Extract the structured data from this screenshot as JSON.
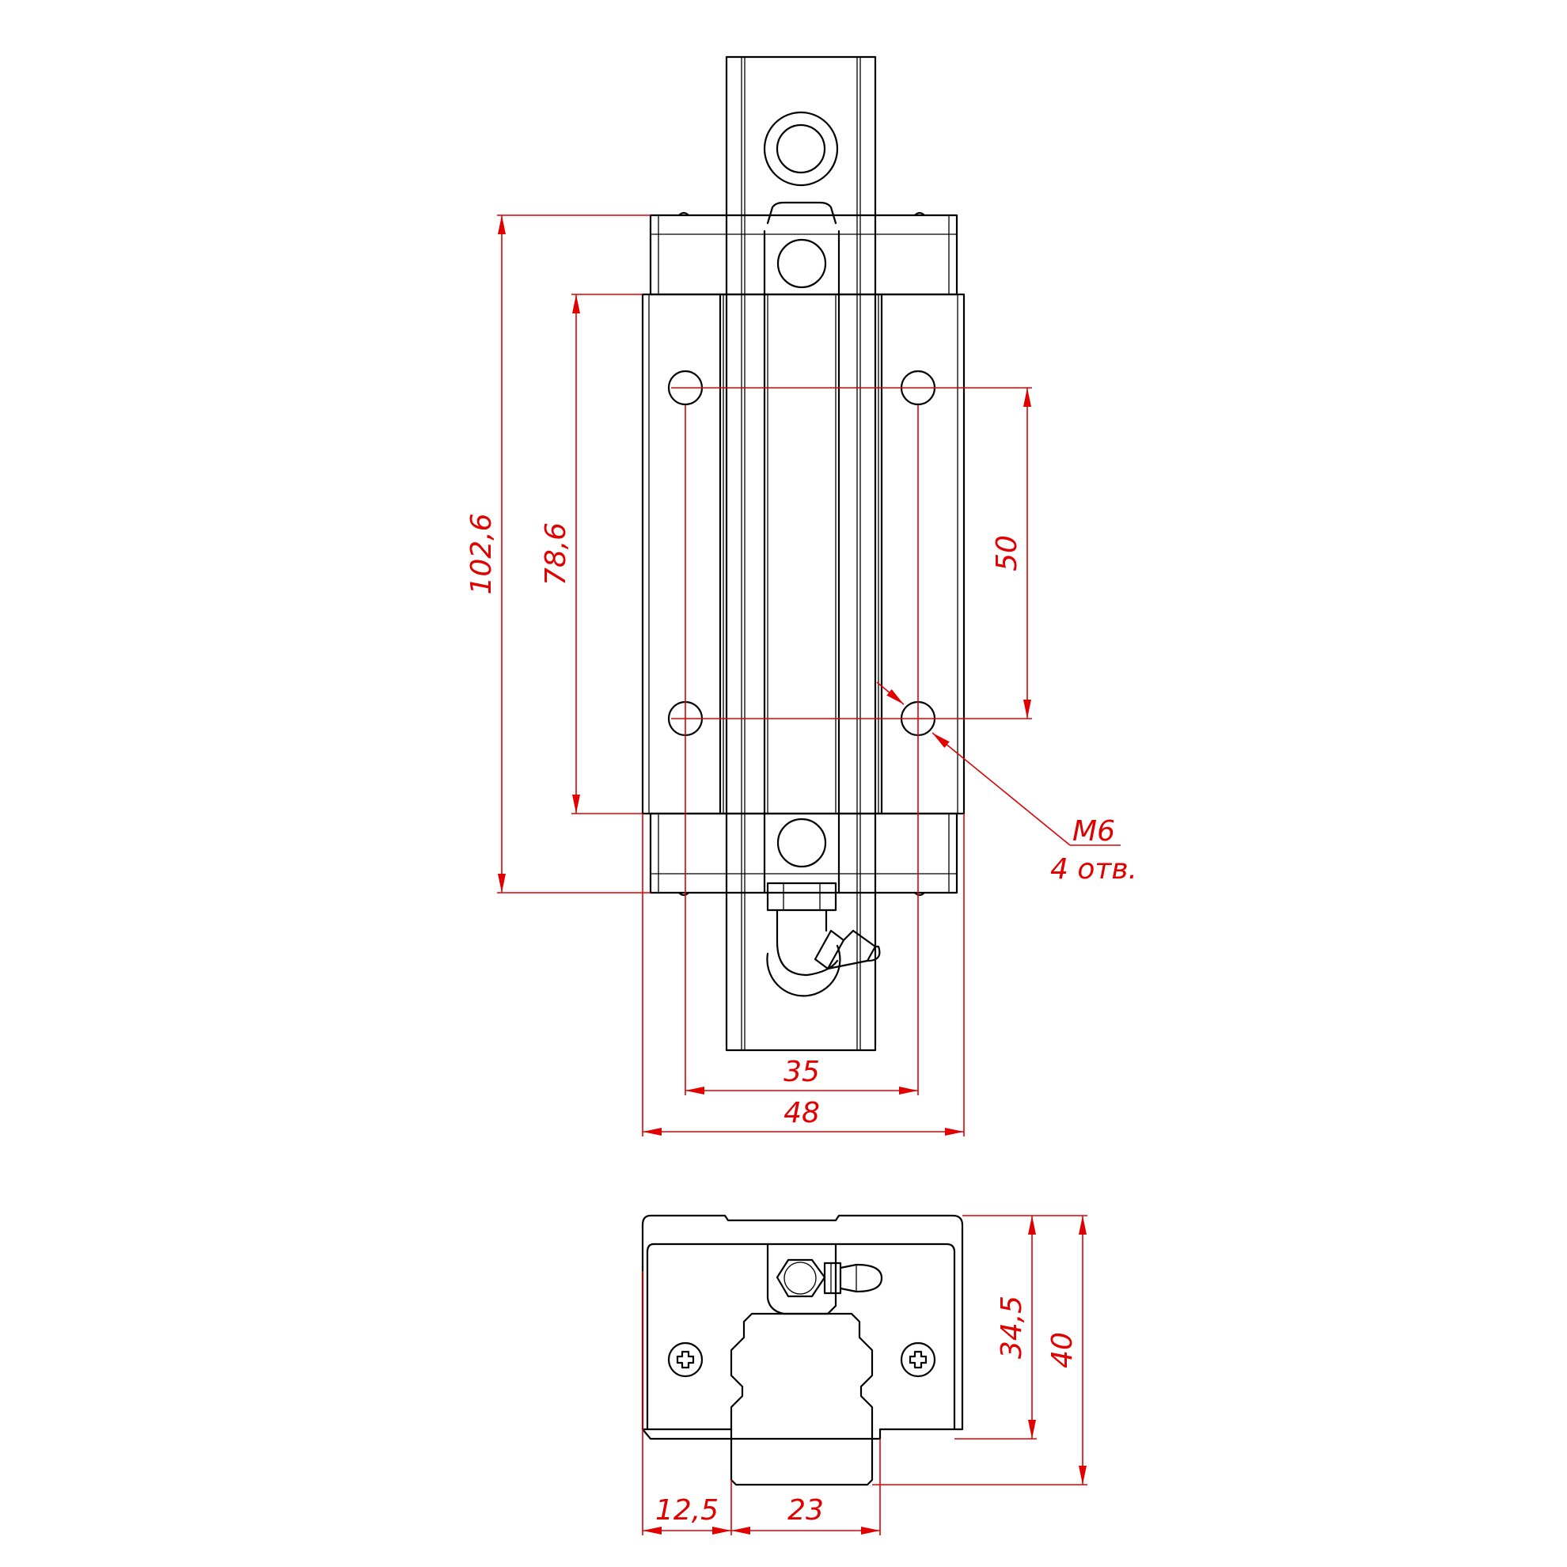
{
  "colors": {
    "outline": "#000000",
    "dimension": "#e00000",
    "background": "#ffffff"
  },
  "dimensions": {
    "length_total": "102,6",
    "length_body": "78,6",
    "hole_pitch_long": "50",
    "hole_pitch_cross": "35",
    "width_total": "48",
    "height_total": "40",
    "height_rail_top": "34,5",
    "offset_side": "12,5",
    "rail_width": "23"
  },
  "callout": {
    "thread": "M6",
    "count": "4 отв."
  }
}
